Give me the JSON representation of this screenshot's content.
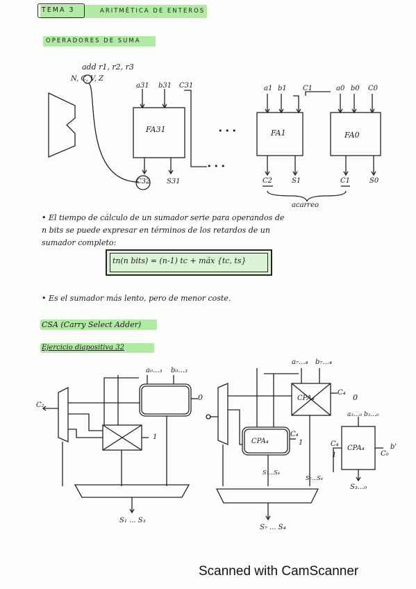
{
  "header": {
    "tema": "TEMA 3",
    "title": "ARITMÉTICA DE ENTEROS"
  },
  "section1": {
    "heading": "OPERADORES DE SUMA",
    "instr_line1": "add r1, r2, r3",
    "flags": "N, C, V, Z",
    "fa3": {
      "label": "FA31",
      "in_a": "a31",
      "in_b": "b31",
      "in_c": "C31",
      "out_c": "C32",
      "out_s": "S31"
    },
    "dots": "• • •",
    "dots2": "• • •",
    "fa1": {
      "label": "FA1",
      "in_a": "a1",
      "in_b": "b1",
      "in_c": "C1",
      "out_c": "C2",
      "out_s": "S1"
    },
    "fa0": {
      "label": "FA0",
      "in_a": "a0",
      "in_b": "b0",
      "in_c": "C0",
      "out_c": "C1",
      "out_s": "S0"
    },
    "brace_label": "acarreo"
  },
  "text": {
    "p1_line1": "• El tiempo de cálculo de un sumador serie para operandos de",
    "p1_line2": "n bits se puede expresar en términos de los retardos de un",
    "p1_line3": "sumador completo:",
    "formula": "tn(n bits) = (n-1) tc + máx {tc, ts}",
    "p2": "• Es el sumador más lento, pero de menor coste."
  },
  "section2": {
    "heading": "CSA (Carry Select Adder)",
    "subheading": "Ejercicio diapositiva 32",
    "left": {
      "in_a": "a₀...₃",
      "in_b": "b₀...₃",
      "zero": "0",
      "one": "1",
      "carry": "C₂",
      "out": "S₁ ... S₃"
    },
    "right": {
      "top_a": "a₇...₄",
      "top_b": "b₇...₄",
      "cpa_top": "CPA₄",
      "c4_top": "C₄",
      "zero": "0",
      "cpa_mid": "CPA₄",
      "c4_mid": "C₄",
      "one": "1",
      "mid_out": "S₇...S₄",
      "right_out": "S₇...S₄",
      "cpa_right": "CPA₄",
      "in_right": "a₃...₀ b₃...₀",
      "c4_right": "C₄",
      "c4_right_val": "1",
      "cin_right": "C₀",
      "b_prime": "b'",
      "right_bottom": "S₃...₀",
      "out": "S₇ ... S₄"
    }
  },
  "footer": "Scanned with CamScanner"
}
